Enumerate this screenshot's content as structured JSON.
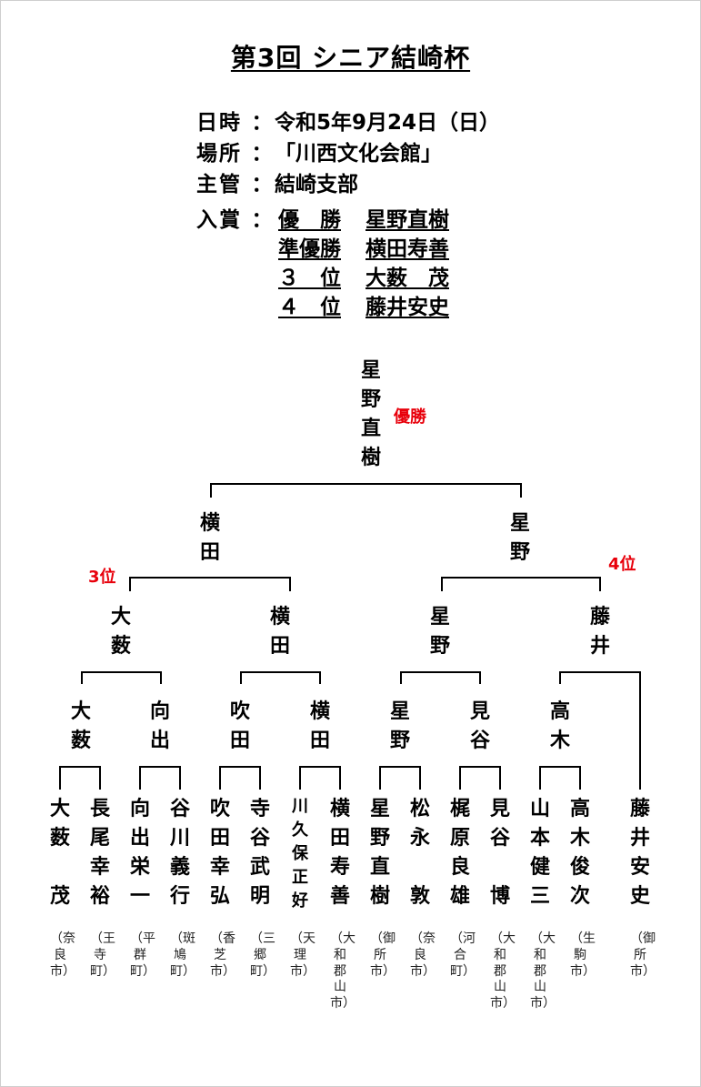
{
  "title": "第3回 シニア結崎杯",
  "info": {
    "date_label": "日時",
    "date_value": "令和5年9月24日（日）",
    "venue_label": "場所",
    "venue_value": "「川西文化会館」",
    "host_label": "主管",
    "host_value": "結崎支部",
    "awards_label": "入賞",
    "colon": "："
  },
  "awards": [
    {
      "rank": "優　勝",
      "name": "星野直樹"
    },
    {
      "rank": "準優勝",
      "name": "横田寿善"
    },
    {
      "rank": "３　位",
      "name": "大薮　茂"
    },
    {
      "rank": "４　位",
      "name": "藤井安史"
    }
  ],
  "bracket": {
    "champion": "星野直樹",
    "champion_mark": "優勝",
    "final": [
      "横田",
      "星野"
    ],
    "semifinal": [
      "大薮",
      "横田",
      "星野",
      "藤井"
    ],
    "third_place_mark": "3位",
    "fourth_place_mark": "4位",
    "quarterfinal": [
      "大薮",
      "向出",
      "吹田",
      "横田",
      "星野",
      "見谷",
      "高木"
    ]
  },
  "players": [
    {
      "name": "大薮\n\n茂",
      "city": "（奈良市）"
    },
    {
      "name": "長尾幸裕",
      "city": "（王寺町）"
    },
    {
      "name": "向出栄一",
      "city": "（平群町）"
    },
    {
      "name": "谷川義行",
      "city": "（斑鳩町）"
    },
    {
      "name": "吹田幸弘",
      "city": "（香芝市）"
    },
    {
      "name": "寺谷武明",
      "city": "（三郷町）"
    },
    {
      "name": "川久保正好",
      "city": "（天理市）"
    },
    {
      "name": "横田寿善",
      "city": "（大和郡山市）"
    },
    {
      "name": "星野直樹",
      "city": "（御所市）"
    },
    {
      "name": "松永\n\n敦",
      "city": "（奈良市）"
    },
    {
      "name": "梶原良雄",
      "city": "（河合町）"
    },
    {
      "name": "見谷\n\n博",
      "city": "（大和郡山市）"
    },
    {
      "name": "山本健三",
      "city": "（大和郡山市）"
    },
    {
      "name": "高木俊次",
      "city": "（生駒市）"
    },
    {
      "name": "藤井安史",
      "city": "（御所市）"
    }
  ],
  "colors": {
    "text": "#000000",
    "place_mark": "#e8000b"
  }
}
